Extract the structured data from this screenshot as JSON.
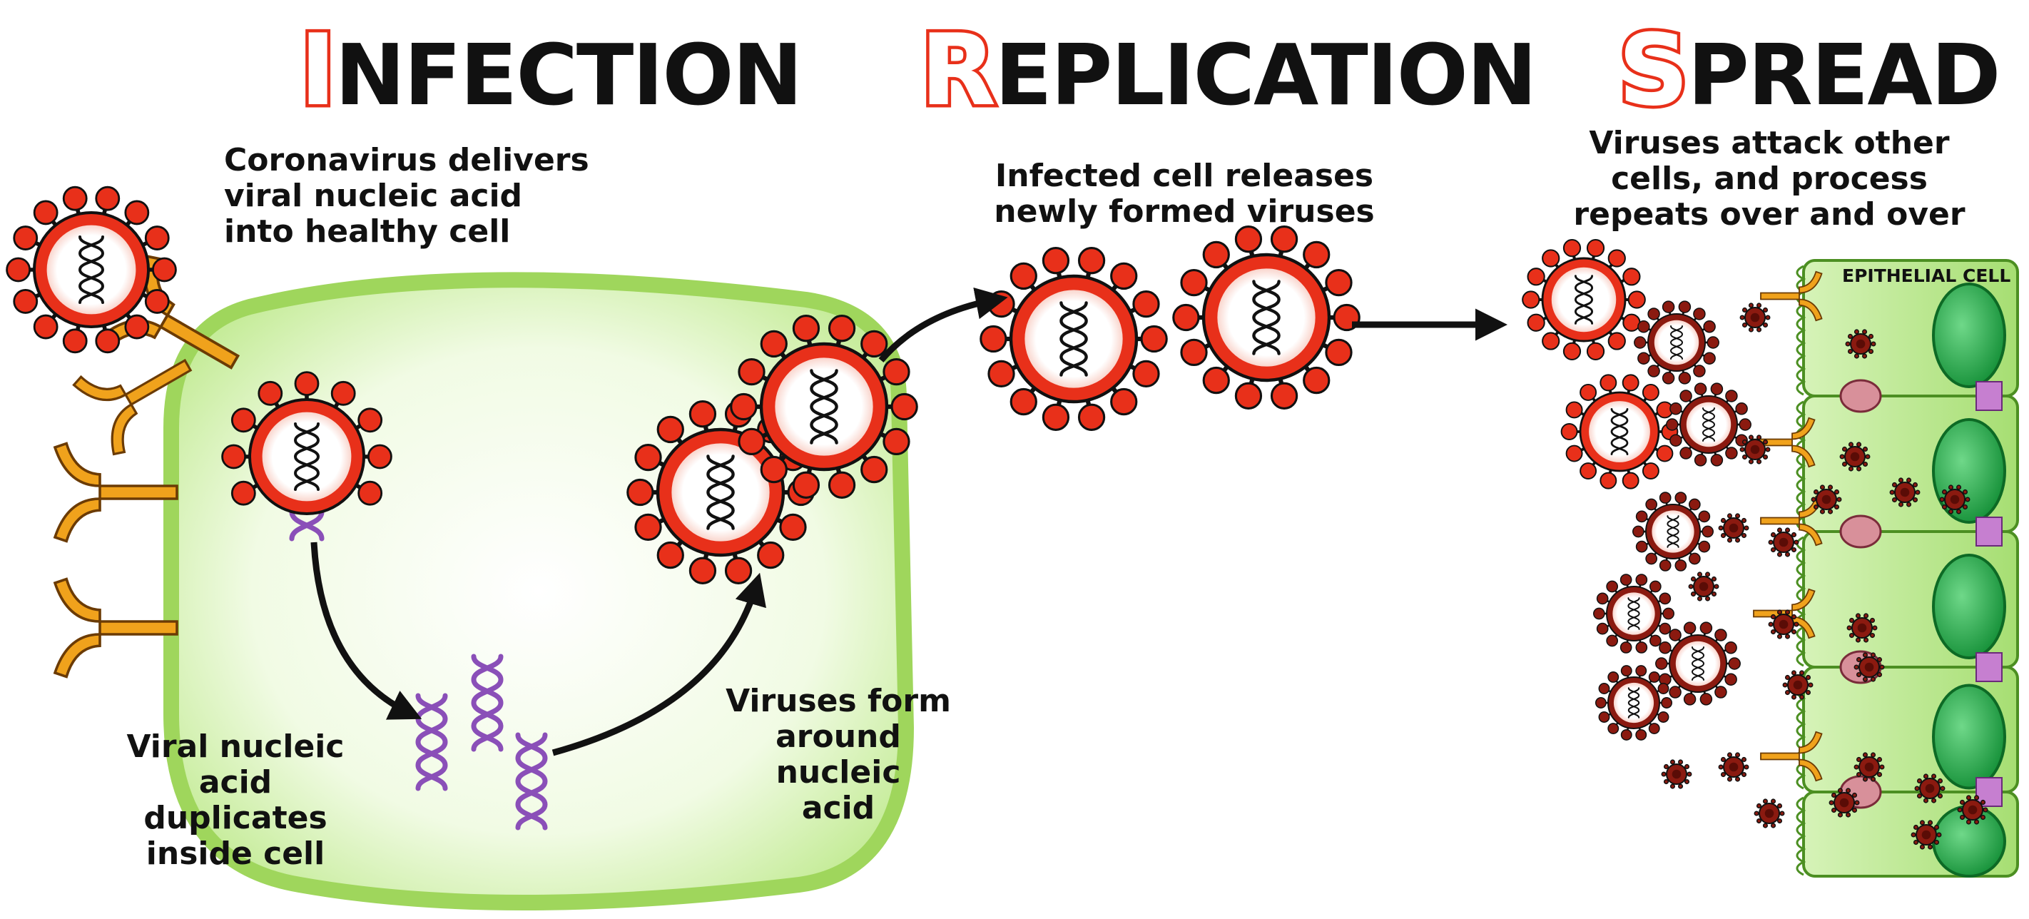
{
  "titles": {
    "infection": {
      "initial": "I",
      "rest": "NFECTION"
    },
    "replication": {
      "initial": "R",
      "rest": "EPLICATION"
    },
    "spread": {
      "initial": "S",
      "rest": "PREAD"
    }
  },
  "captions": {
    "delivers": [
      "Coronavirus delivers",
      "viral nucleic acid",
      "into healthy cell"
    ],
    "duplicates": [
      "Viral nucleic acid",
      "duplicates",
      "inside cell"
    ],
    "form": [
      "Viruses form",
      "around nucleic",
      "acid"
    ],
    "releases": [
      "Infected cell releases",
      "newly formed viruses"
    ],
    "attack": [
      "Viruses attack other",
      "cells, and process",
      "repeats over and over"
    ]
  },
  "labels": {
    "epithelial_cell": "EPITHELIAL CELL"
  },
  "colors": {
    "virus_red": "#e8301a",
    "virus_dark": "#8b1a10",
    "cell_green": "#a6d86a",
    "cell_fill": "#e9f8d6",
    "nucleus_green": "#27a84a",
    "rna_purple": "#8a4fb8",
    "receptor_orange": "#f0a21c"
  },
  "icons": [
    "coronavirus-icon",
    "receptor-icon",
    "rna-helix-icon",
    "arrow-icon",
    "epithelial-cell-icon",
    "nucleus-icon"
  ]
}
